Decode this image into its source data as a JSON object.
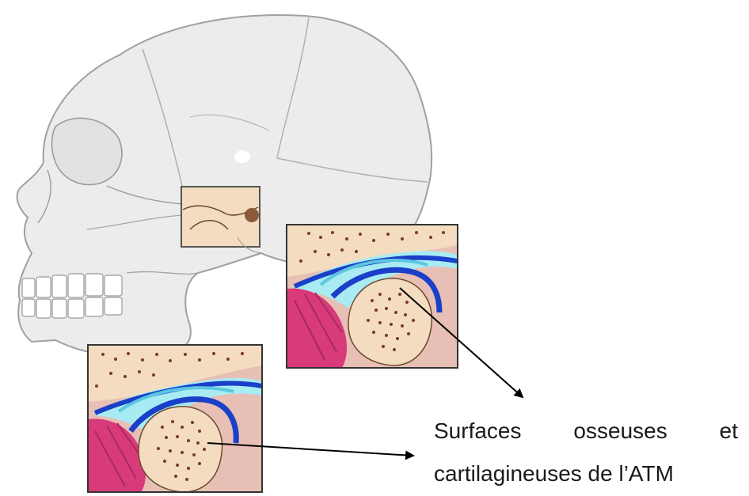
{
  "caption": {
    "line1": [
      "Surfaces",
      "osseuses",
      "et"
    ],
    "line2": "cartilagineuses de l’ATM"
  },
  "colors": {
    "skull_fill": "#ececec",
    "skull_line": "#9a9a9a",
    "bone": "#f3dcc0",
    "marrow_dots": "#7a3a2a",
    "cartilage_light": "#a9ebf3",
    "disc_blue": "#1a3fc8",
    "muscle": "#d83a7a",
    "soft_tissue": "#e8bfb4",
    "arrow": "#000000"
  },
  "icons": [
    "skull-illustration",
    "tmj-zoom-box",
    "tmj-detail-closed",
    "tmj-detail-open",
    "arrow-right",
    "arrow-down-right"
  ]
}
